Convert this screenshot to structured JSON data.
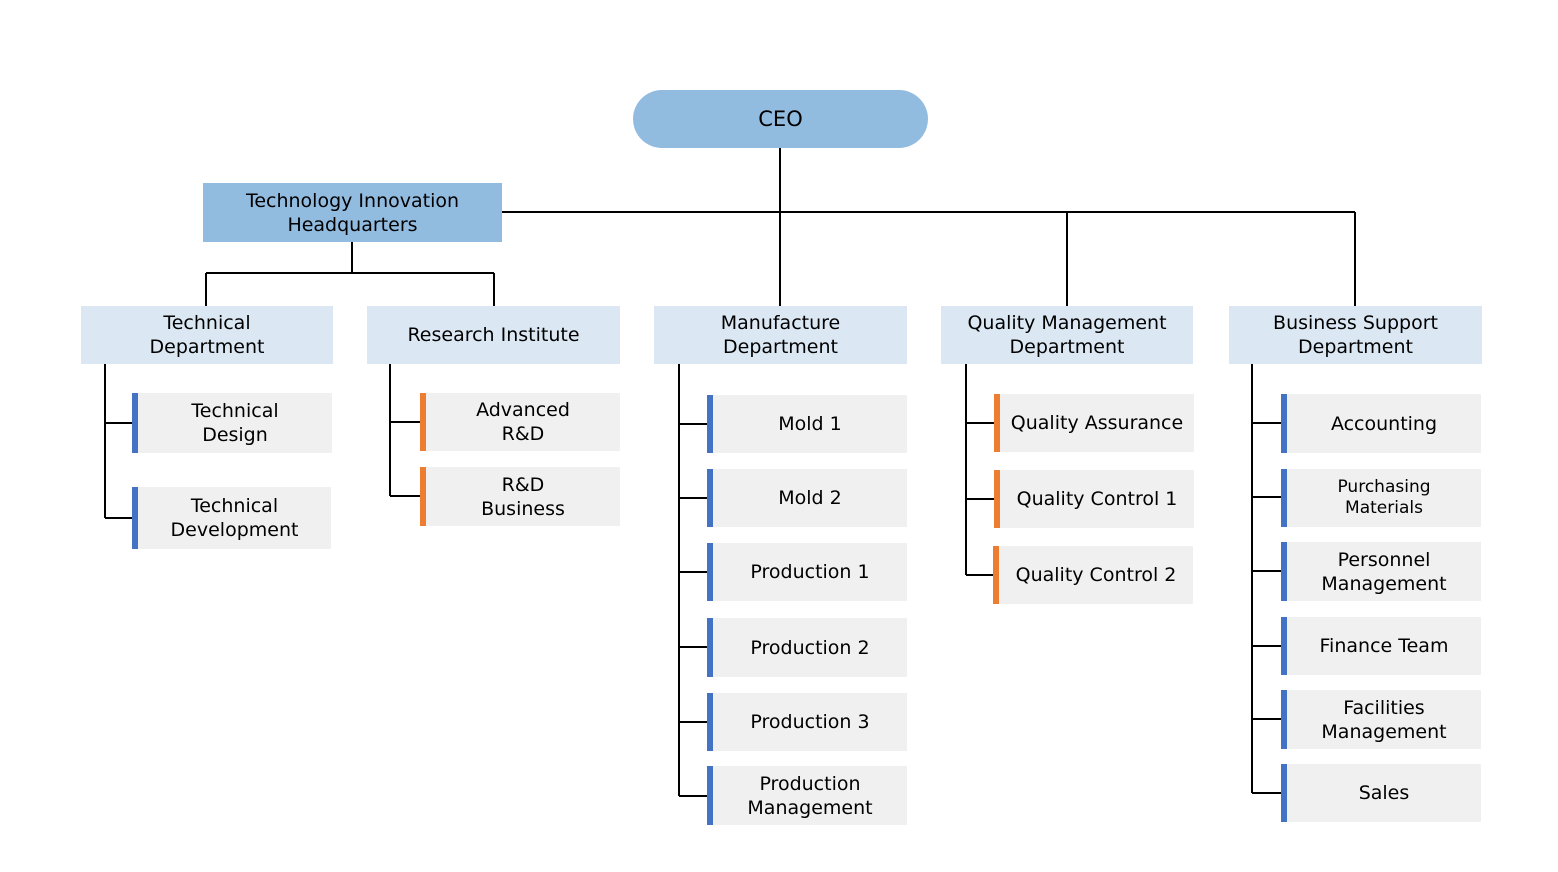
{
  "ceo": "CEO",
  "headquarters": "Technology Innovation\nHeadquarters",
  "departments": {
    "technical": {
      "name": "Technical\nDepartment",
      "teams": [
        "Technical\nDesign",
        "Technical\nDevelopment"
      ]
    },
    "research": {
      "name": "Research Institute",
      "teams": [
        "Advanced\nR&D",
        "R&D\nBusiness"
      ]
    },
    "manufacture": {
      "name": "Manufacture\nDepartment",
      "teams": [
        "Mold 1",
        "Mold 2",
        "Production 1",
        "Production 2",
        "Production 3",
        "Production\nManagement"
      ]
    },
    "quality": {
      "name": "Quality Management\nDepartment",
      "teams": [
        "Quality Assurance",
        "Quality Control 1",
        "Quality Control 2"
      ]
    },
    "business": {
      "name": "Business Support\nDepartment",
      "teams": [
        "Accounting",
        "Purchasing\nMaterials",
        "Personnel\nManagement",
        "Finance Team",
        "Facilities\nManagement",
        "Sales"
      ]
    }
  },
  "colors": {
    "top_fill": "#92bbe0",
    "dept_fill": "#dbe8f4",
    "team_fill": "#f0f0f0",
    "blue_accent": "#4472c4",
    "orange_accent": "#ed7d31"
  }
}
